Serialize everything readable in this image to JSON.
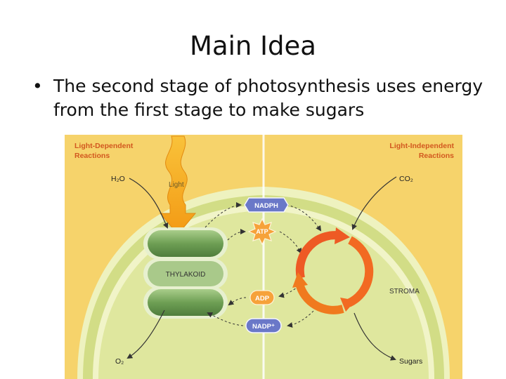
{
  "slide": {
    "title": "Main Idea",
    "bullet": "The second stage of photosynthesis uses energy from the first stage to make sugars"
  },
  "diagram": {
    "left_header": [
      "Light-Dependent",
      "Reactions"
    ],
    "right_header": [
      "Light-Independent",
      "Reactions"
    ],
    "light": "Light",
    "h2o": "H₂O",
    "co2": "CO₂",
    "o2": "O₂",
    "sugars": "Sugars",
    "nadph": "NADPH",
    "atp": "ATP",
    "adp": "ADP",
    "nadp": "NADP⁺",
    "thylakoid": "THYLAKOID",
    "stroma": "STROMA",
    "colors": {
      "background": "#f6d36b",
      "chloroplast": "#d6e08d",
      "stroma_fill": "#e2e9a6",
      "thylakoid": "#6a9c50",
      "cycle_arrow": "#ee5a24",
      "light_arrow": "#f7a61c",
      "header_text": "#d2581f",
      "badge_blue": "#6a78c8",
      "badge_orange": "#f6a23a"
    }
  }
}
